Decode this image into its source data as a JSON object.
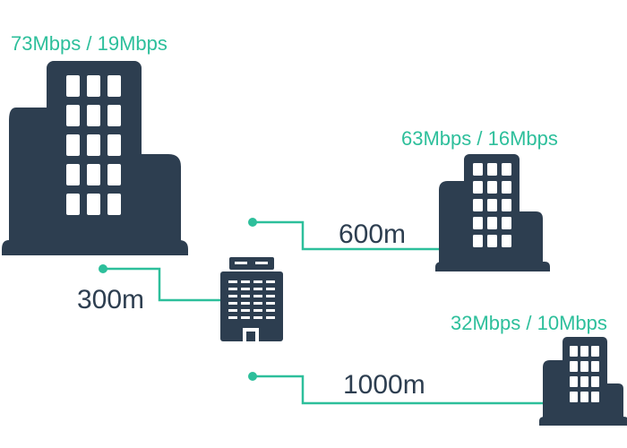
{
  "colors": {
    "building": "#2d3e50",
    "accent": "#2dbf9b",
    "text_dark": "#2d3e50",
    "background": "#ffffff"
  },
  "buildings": {
    "large": {
      "icon": "large-office-building-icon",
      "speed": "73Mbps / 19Mbps"
    },
    "medium": {
      "icon": "medium-office-building-icon",
      "speed": "63Mbps / 16Mbps"
    },
    "small": {
      "icon": "small-office-building-icon",
      "speed": "32Mbps / 10Mbps"
    },
    "hub": {
      "icon": "central-hub-building-icon"
    }
  },
  "links": {
    "to_large": {
      "distance": "300m"
    },
    "to_medium": {
      "distance": "600m"
    },
    "to_small": {
      "distance": "1000m"
    }
  }
}
